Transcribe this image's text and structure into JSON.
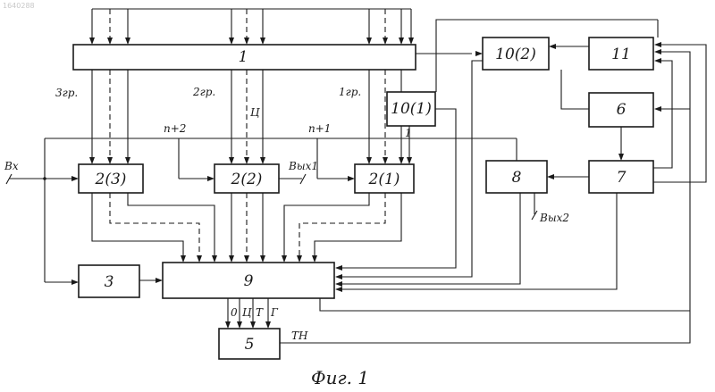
{
  "document_number": "1640288",
  "caption": "Фиг. 1",
  "blocks": {
    "b1": "1",
    "b2_3": "2(3)",
    "b2_2": "2(2)",
    "b2_1": "2(1)",
    "b3": "3",
    "b5": "5",
    "b6": "6",
    "b7": "7",
    "b8": "8",
    "b9": "9",
    "b10_1": "10(1)",
    "b10_2": "10(2)",
    "b11": "11"
  },
  "labels": {
    "group3": "3гр.",
    "group2": "2гр.",
    "group1": "1гр.",
    "c": "Ц",
    "n2": "n+2",
    "n1": "n+1",
    "one": "1",
    "input": "Вх",
    "out1": "Вых1",
    "out2": "Вых2",
    "tn": "ТН",
    "o": "0",
    "ts": "Ц",
    "t": "Т",
    "g": "Г"
  }
}
